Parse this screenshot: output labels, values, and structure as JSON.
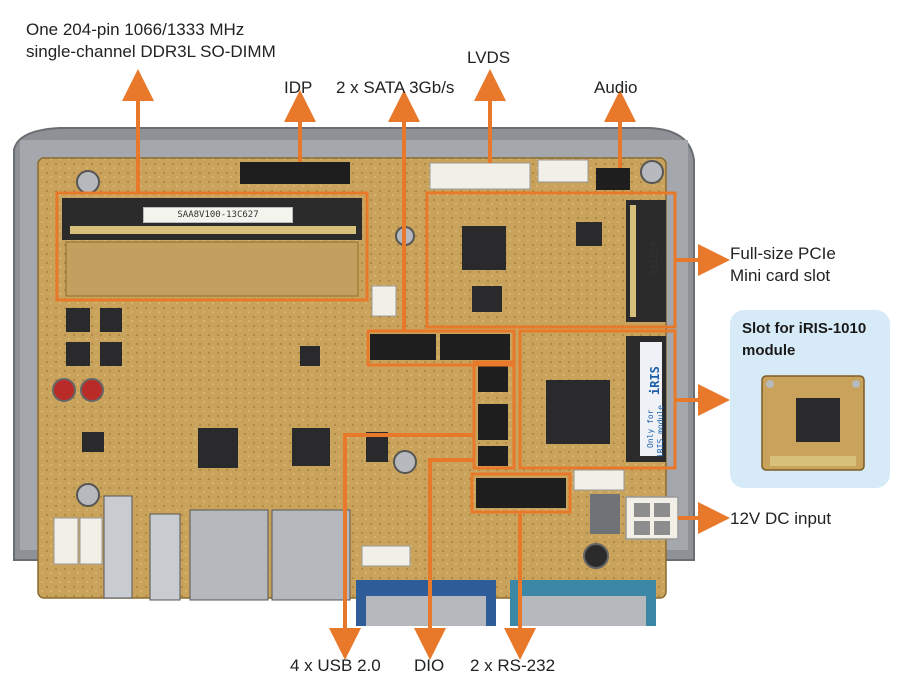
{
  "labels": {
    "sodimm_line1": "One 204-pin 1066/1333 MHz",
    "sodimm_line2": "single-channel DDR3L SO-DIMM",
    "idp": "IDP",
    "sata": "2 x SATA 3Gb/s",
    "lvds": "LVDS",
    "audio": "Audio",
    "pcie_line1": "Full-size PCIe",
    "pcie_line2": "Mini card slot",
    "iris_line1": "Slot for iRIS-1010",
    "iris_line2": "module",
    "dc_input": "12V DC input",
    "usb": "4 x USB 2.0",
    "dio": "DIO",
    "rs232": "2 x RS-232"
  },
  "board_text": {
    "sticker": "SAA8V100-13C627",
    "slot_number": "131239",
    "only_for_line1": "Only for",
    "only_for_line2": "iRIS module",
    "iris_logo": "iRIS"
  },
  "colors": {
    "accent": "#e8792a",
    "callout_bg": "#d6ebf7",
    "pcb": "#c9a25c",
    "chassis": "#8e9297"
  }
}
